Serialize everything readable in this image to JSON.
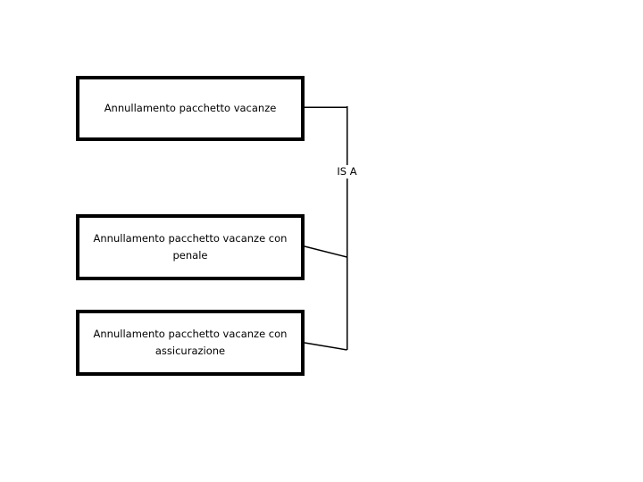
{
  "diagram": {
    "type": "is-a-generalization",
    "background_color": "#ffffff",
    "line_color": "#000000",
    "relationship_label": "IS A",
    "parent": {
      "label": "Annullamento pacchetto vacanze"
    },
    "children": [
      {
        "label": "Annullamento pacchetto vacanze con penale"
      },
      {
        "label": "Annullamento pacchetto vacanze con assicurazione"
      }
    ]
  }
}
